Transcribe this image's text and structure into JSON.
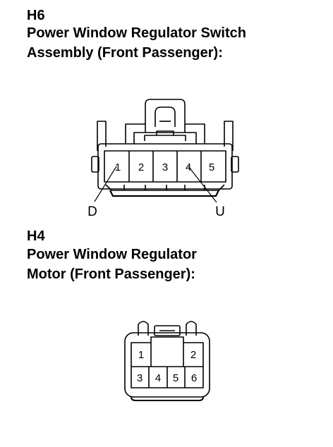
{
  "connector_h6": {
    "code": "H6",
    "title_line1": "Power Window Regulator Switch",
    "title_line2": "Assembly (Front Passenger):",
    "pins": [
      "1",
      "2",
      "3",
      "4",
      "5"
    ],
    "callout_left": "D",
    "callout_right": "U"
  },
  "connector_h4": {
    "code": "H4",
    "title_line1": "Power Window Regulator",
    "title_line2": "Motor (Front Passenger):",
    "top_pins": [
      "1",
      "2"
    ],
    "bottom_pins": [
      "3",
      "4",
      "5",
      "6"
    ]
  }
}
